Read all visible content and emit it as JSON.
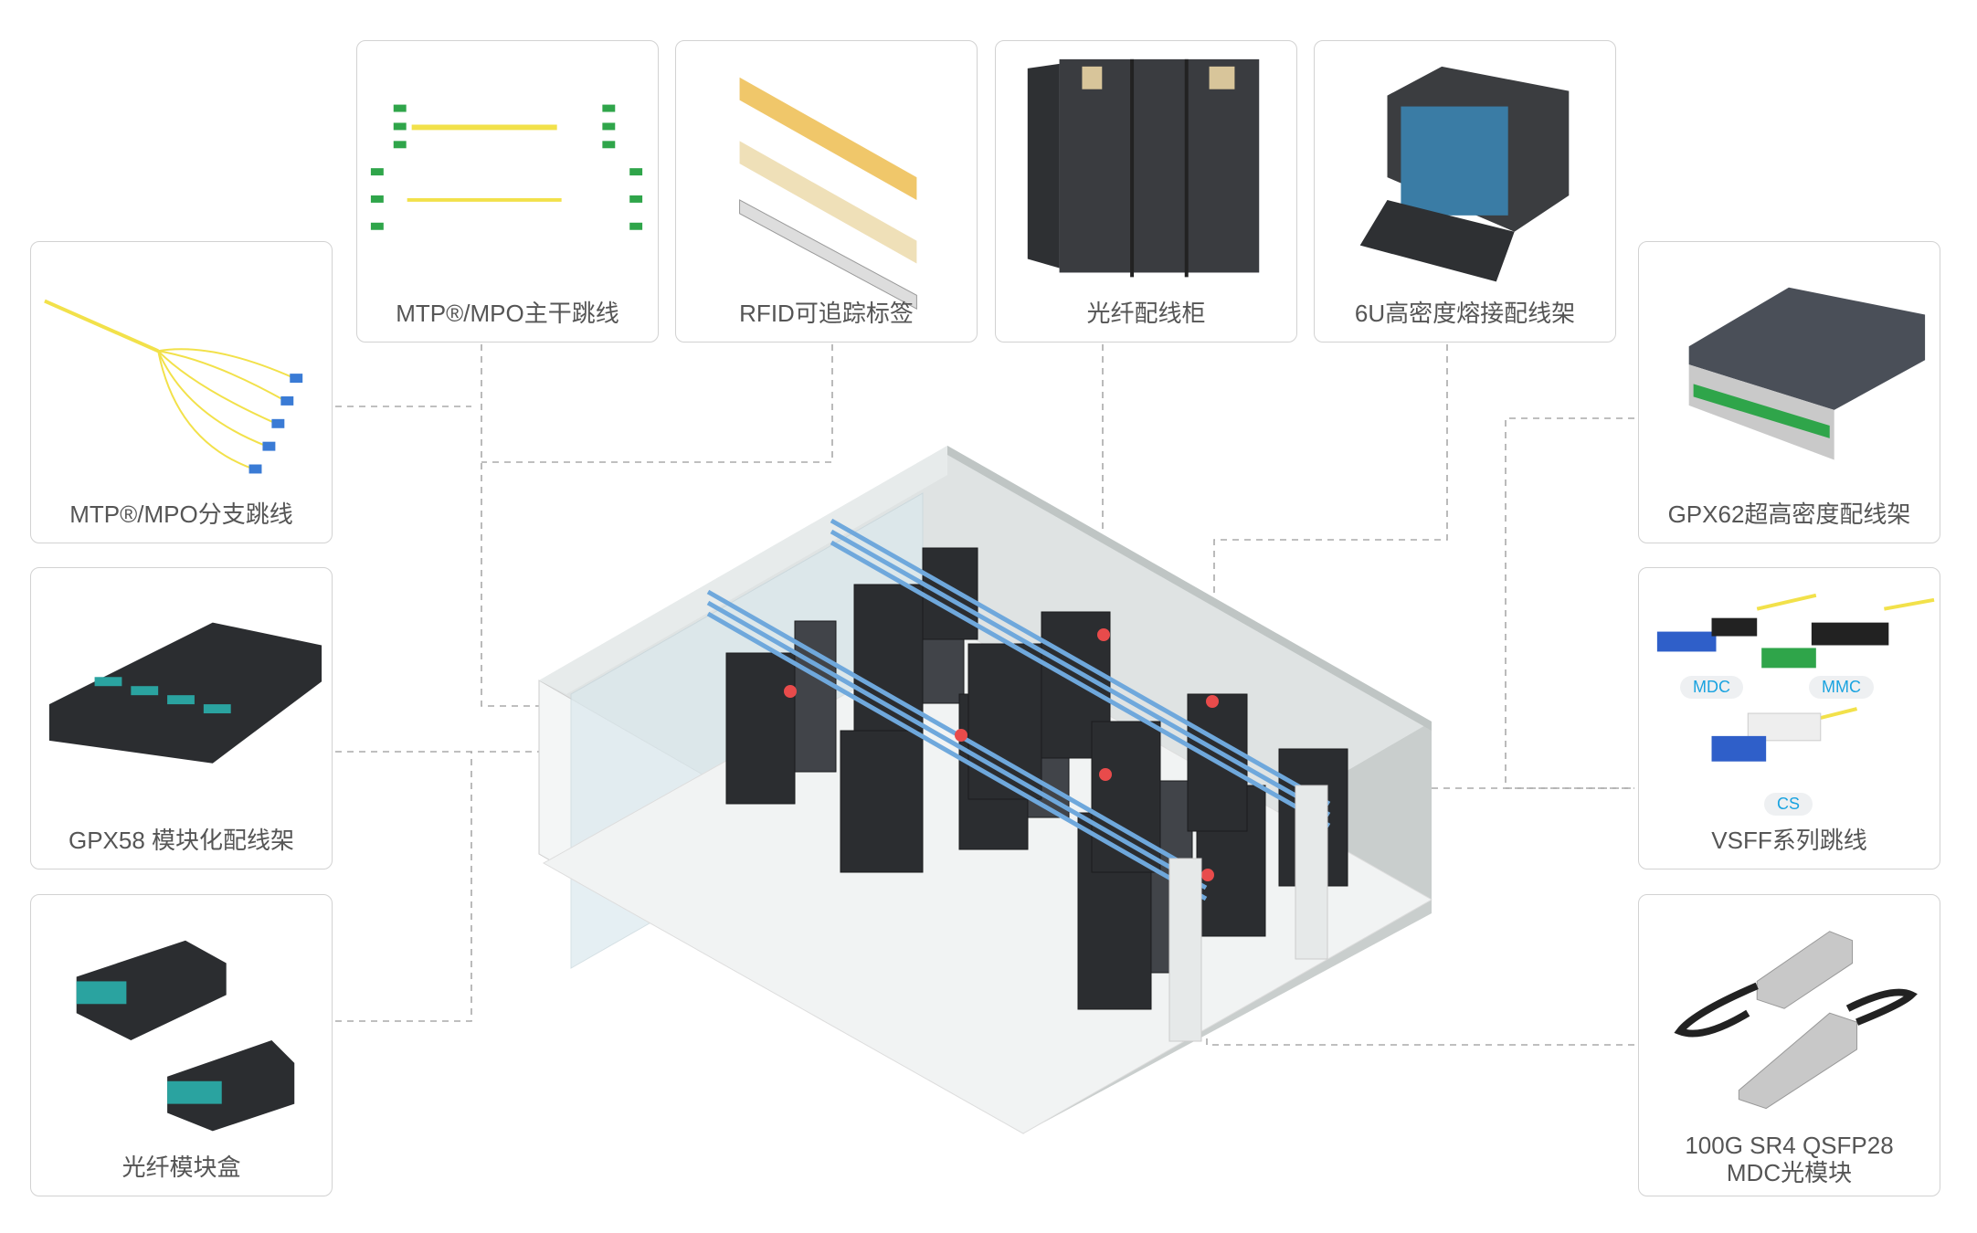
{
  "products": {
    "mtp_trunk": "MTP®/MPO主干跳线",
    "rfid": "RFID可追踪标签",
    "cabinet": "光纤配线柜",
    "splice_6u": "6U高密度熔接配线架",
    "mtp_breakout": "MTP®/MPO分支跳线",
    "gpx58": "GPX58 模块化配线架",
    "cassette": "光纤模块盒",
    "gpx62": "GPX62超高密度配线架",
    "vsff": "VSFF系列跳线",
    "qsfp28": [
      "100G SR4 QSFP28",
      "MDC光模块"
    ]
  },
  "vsff_tags": [
    "MDC",
    "MMC",
    "CS"
  ],
  "colors": {
    "accent": "#1aa3e0",
    "fiber": "#f2e14a",
    "rack": "#2b2d30",
    "cable_tray": "#6fa8dc",
    "marker": "#e84b4b"
  }
}
